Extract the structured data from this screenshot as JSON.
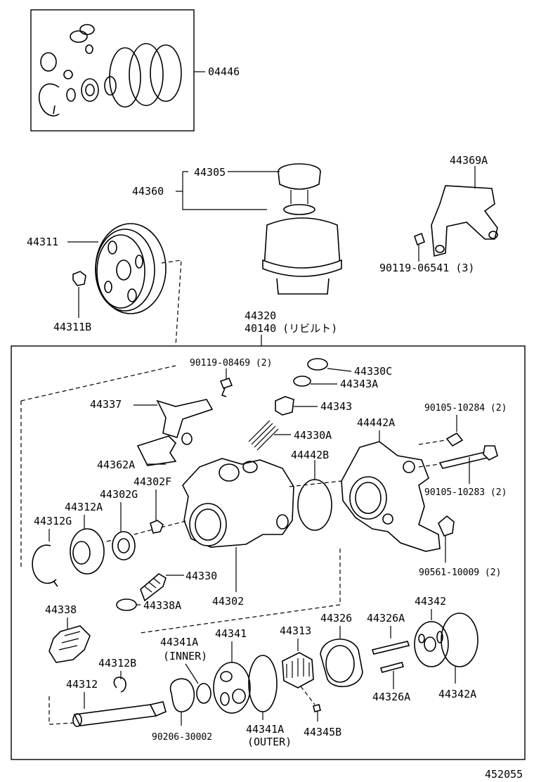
{
  "diagram_id": "452055",
  "kit_label": "04446",
  "rebuilt_note": {
    "part": "44320",
    "rebuilt": "40140 (リビルト)"
  },
  "labels": {
    "p44305": "44305",
    "p44360": "44360",
    "p44369A": "44369A",
    "p44311": "44311",
    "p44311B": "44311B",
    "p90119_06541": "90119-06541 (3)",
    "p90119_08469": "90119-08469 (2)",
    "p44330C": "44330C",
    "p44343A": "44343A",
    "p44337": "44337",
    "p44343": "44343",
    "p90105_10284": "90105-10284 (2)",
    "p44330A": "44330A",
    "p44442A": "44442A",
    "p44362A": "44362A",
    "p44442B": "44442B",
    "p44302F": "44302F",
    "p44312A": "44312A",
    "p44302G": "44302G",
    "p90105_10283": "90105-10283 (2)",
    "p44312G": "44312G",
    "p44330": "44330",
    "p44302": "44302",
    "p90561_10009": "90561-10009 (2)",
    "p44338": "44338",
    "p44338A": "44338A",
    "p44342": "44342",
    "p44341A_inner": "44341A",
    "inner": "(INNER)",
    "p44341": "44341",
    "p44313": "44313",
    "p44326": "44326",
    "p44326A_top": "44326A",
    "p44312B": "44312B",
    "p44312": "44312",
    "p44326A_bottom": "44326A",
    "p44342A": "44342A",
    "p90206_30002": "90206-30002",
    "p44341A_outer": "44341A",
    "outer": "(OUTER)",
    "p44345B": "44345B"
  }
}
